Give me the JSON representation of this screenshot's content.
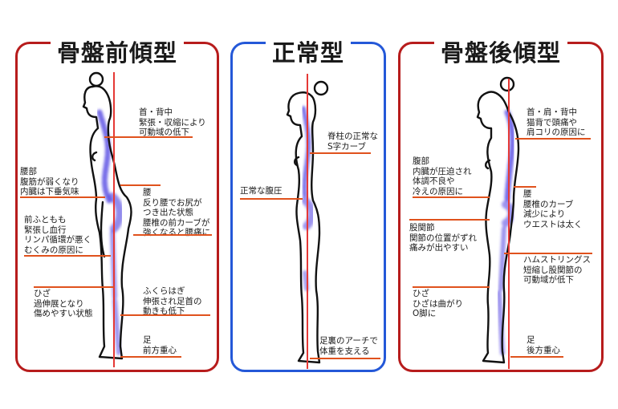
{
  "colors": {
    "anterior": "#b71c1c",
    "normal": "#2458d8",
    "posterior": "#b71c1c",
    "plumb_line": "#e53935",
    "spine": "#4a3ce0",
    "underline": "#e0521d"
  },
  "panels": [
    {
      "id": "anterior",
      "title": "骨盤前傾型",
      "annotations": [
        {
          "key": "neck",
          "text": "首・背中\n緊張・収縮により\n可動域の低下"
        },
        {
          "key": "abdomen",
          "text": "腰部\n腹筋が弱くなり\n内臓は下垂気味"
        },
        {
          "key": "lowerback",
          "text": "腰\n反り腰でお尻が\nつき出た状態\n腰椎の前カーブが\n強くなると腰痛に"
        },
        {
          "key": "thigh",
          "text": "前ふともも\n緊張し血行\nリンパ循環が悪く\nむくみの原因に"
        },
        {
          "key": "knee",
          "text": "ひざ\n過伸展となり\n傷めやすい状態"
        },
        {
          "key": "calf",
          "text": "ふくらはぎ\n伸張され足首の\n動きも低下"
        },
        {
          "key": "foot",
          "text": "足\n前方重心"
        }
      ]
    },
    {
      "id": "normal",
      "title": "正常型",
      "annotations": [
        {
          "key": "spine",
          "text": "脊柱の正常な\nS字カーブ"
        },
        {
          "key": "abdomen",
          "text": "正常な腹圧"
        },
        {
          "key": "foot",
          "text": "足裏のアーチで\n体重を支える"
        }
      ]
    },
    {
      "id": "posterior",
      "title": "骨盤後傾型",
      "annotations": [
        {
          "key": "neck",
          "text": "首・肩・背中\n猫背で頭痛や\n肩コリの原因に"
        },
        {
          "key": "abdomen",
          "text": "腹部\n内臓が圧迫され\n体調不良や\n冷えの原因に"
        },
        {
          "key": "lowerback",
          "text": "腰\n腰椎のカーブ\n減少により\nウエストは太く"
        },
        {
          "key": "hip",
          "text": "股関節\n関節の位置がずれ\n痛みが出やすい"
        },
        {
          "key": "hamstring",
          "text": "ハムストリングス\n短縮し股関節の\n可動域が低下"
        },
        {
          "key": "knee",
          "text": "ひざ\nひざは曲がり\nO脚に"
        },
        {
          "key": "foot",
          "text": "足\n後方重心"
        }
      ]
    }
  ]
}
